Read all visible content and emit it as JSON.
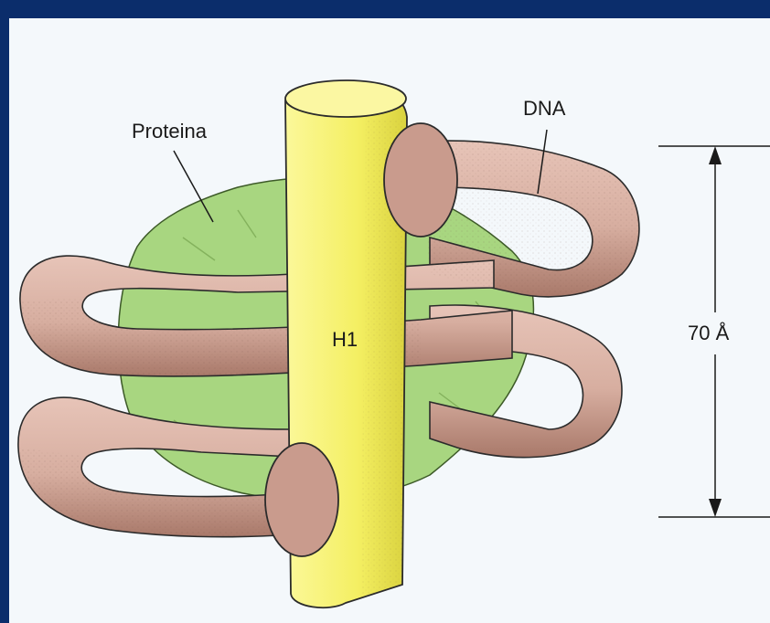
{
  "labels": {
    "protein": "Proteina",
    "dna": "DNA",
    "histone": "H1",
    "dimension": "70 Å"
  },
  "colors": {
    "frame": "#0b2d6b",
    "paper": "#f4f8fb",
    "dna": "#d7aea0",
    "dna_shadow": "#b98c7d",
    "protein": "#a8d680",
    "histone": "#f7f36e",
    "outline": "#2b2b2b"
  }
}
